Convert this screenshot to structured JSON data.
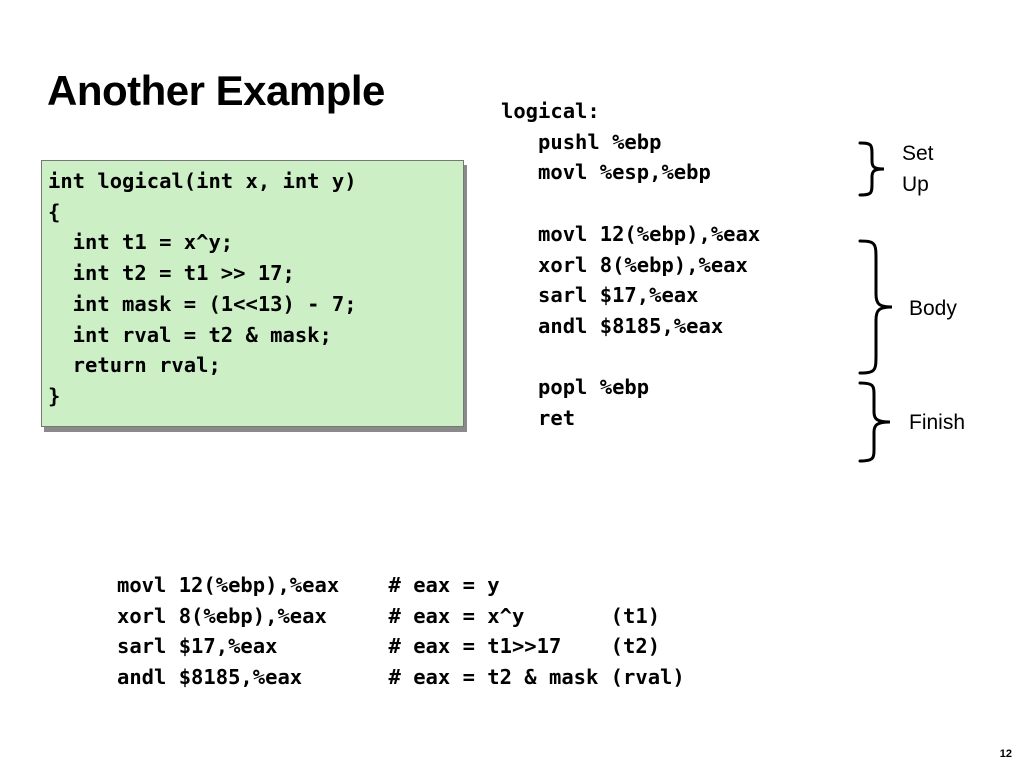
{
  "slide": {
    "title": "Another Example",
    "page_number": "12"
  },
  "c_code": [
    "int logical(int x, int y)",
    "{",
    "  int t1 = x^y;",
    "  int t2 = t1 >> 17;",
    "  int mask = (1<<13) - 7;",
    "  int rval = t2 & mask;",
    "  return rval;",
    "}"
  ],
  "assembly": [
    "logical:",
    "   pushl %ebp",
    "   movl %esp,%ebp",
    "",
    "   movl 12(%ebp),%eax",
    "   xorl 8(%ebp),%eax",
    "   sarl $17,%eax",
    "   andl $8185,%eax",
    "",
    "   popl %ebp",
    "   ret"
  ],
  "braces": {
    "setup": "Set\nUp",
    "body": "Body",
    "finish": "Finish"
  },
  "annotated_assembly": [
    "movl 12(%ebp),%eax    # eax = y",
    "xorl 8(%ebp),%eax     # eax = x^y       (t1)",
    "sarl $17,%eax         # eax = t1>>17    (t2)",
    "andl $8185,%eax       # eax = t2 & mask (rval)"
  ],
  "colors": {
    "code_box_fill": "#cdefc6",
    "code_box_shadow": "#8a8a8a"
  }
}
